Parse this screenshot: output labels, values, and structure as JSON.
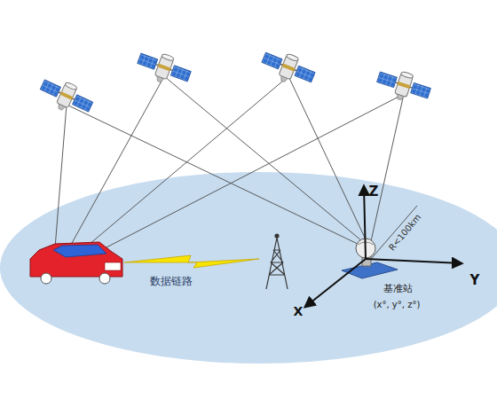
{
  "diagram": {
    "labels": [
      "Z",
      "R<100km",
      "Y",
      "X",
      "数据链路",
      "基准站",
      "(x°, y°, z°)"
    ]
  }
}
